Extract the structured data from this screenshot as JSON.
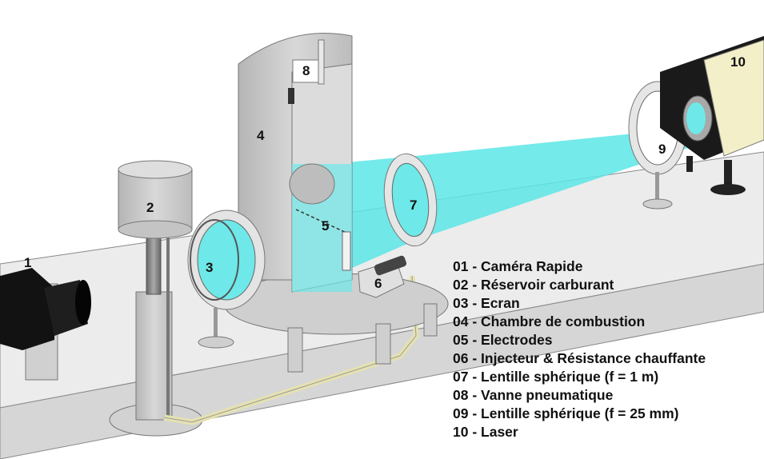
{
  "parts": [
    {
      "num": "1"
    },
    {
      "num": "2"
    },
    {
      "num": "3"
    },
    {
      "num": "4"
    },
    {
      "num": "5"
    },
    {
      "num": "6"
    },
    {
      "num": "7"
    },
    {
      "num": "8"
    },
    {
      "num": "9"
    },
    {
      "num": "10"
    }
  ],
  "legend": [
    "01 - Caméra Rapide",
    "02 - Réservoir carburant",
    "03 - Ecran",
    "04 - Chambre de combustion",
    "05 - Electrodes",
    "06 - Injecteur & Résistance chauffante",
    "07 - Lentille sphérique (f = 1 m)",
    "08 - Vanne pneumatique",
    "09 - Lentille sphérique (f = 25 mm)",
    "10 - Laser"
  ],
  "colors": {
    "beam": "#5ce6e6",
    "bench": "#e4e4e4",
    "metal": "#c9c9c9",
    "laser_body": "#f3efc8",
    "camera": "#111111"
  }
}
